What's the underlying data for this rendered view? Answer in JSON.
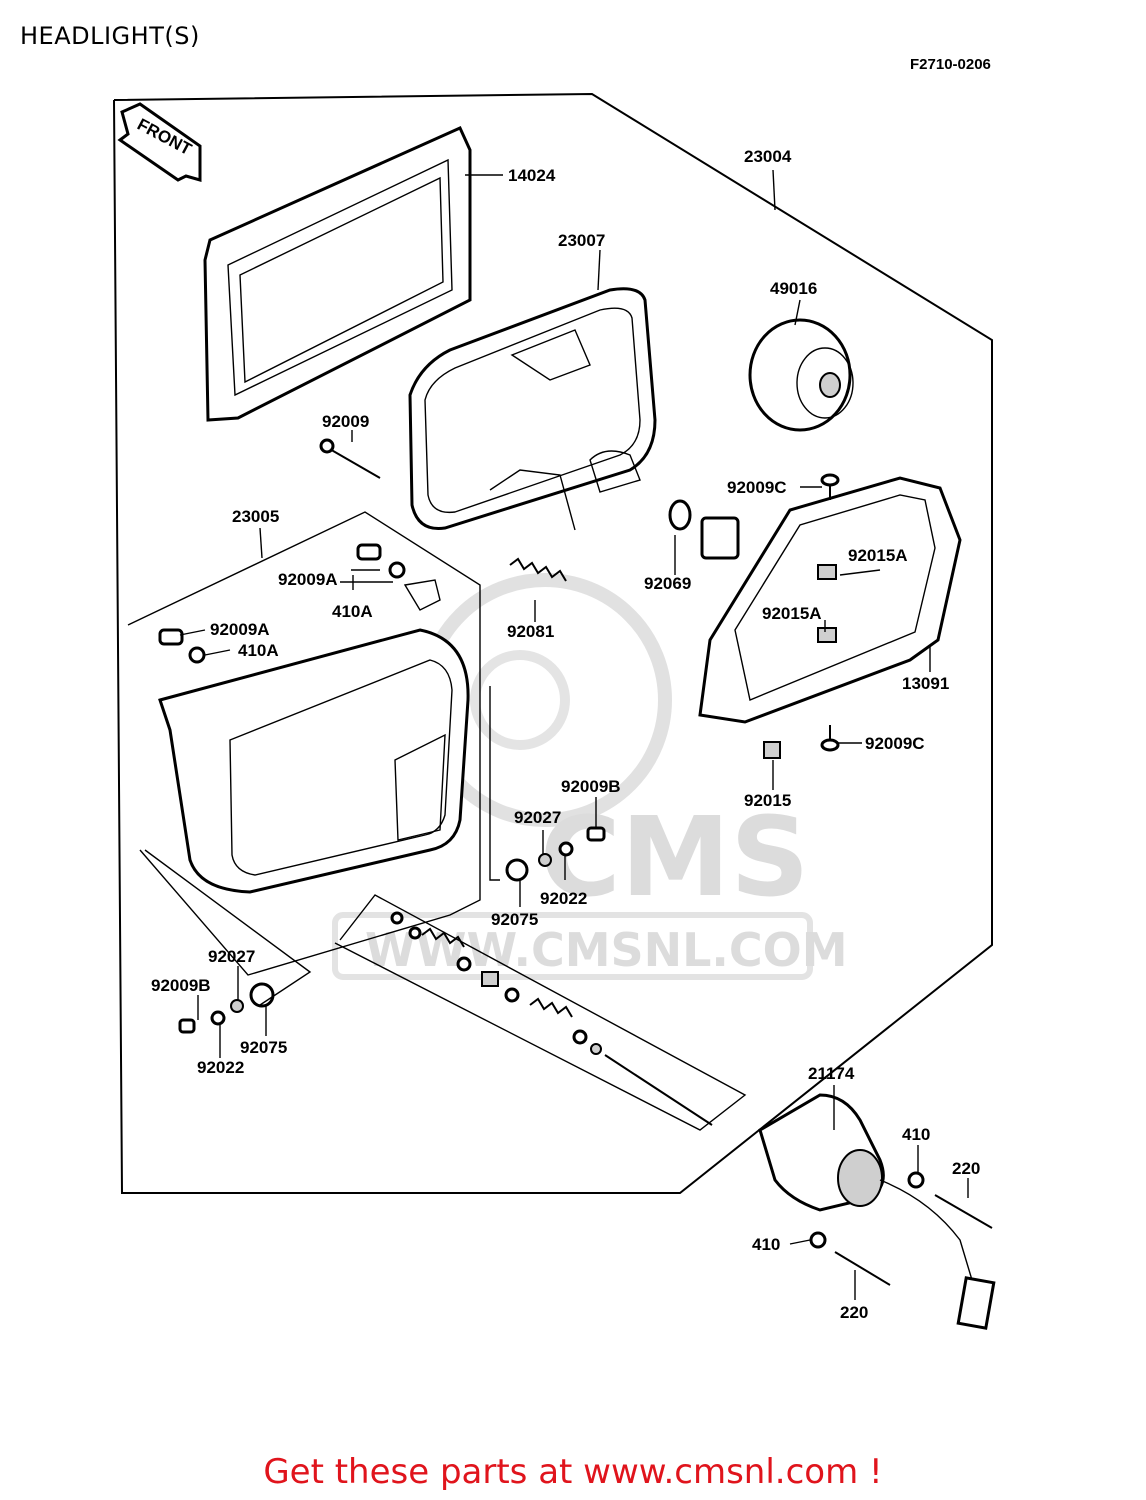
{
  "title": "HEADLIGHT(S)",
  "diagram_code": "F2710-0206",
  "front_arrow": "FRONT",
  "watermark": {
    "logo": "CMS",
    "url": "WWW.CMSNL.COM"
  },
  "footer": "Get these parts at www.cmsnl.com !",
  "parts": {
    "p14024": "14024",
    "p23004": "23004",
    "p23007": "23007",
    "p49016": "49016",
    "p92009": "92009",
    "p92009c_top": "92009C",
    "p23005": "23005",
    "p92009a_a": "92009A",
    "p410a_a": "410A",
    "p92009a_b": "92009A",
    "p410a_b": "410A",
    "p92081": "92081",
    "p92069": "92069",
    "p92015a_a": "92015A",
    "p92015a_b": "92015A",
    "p13091": "13091",
    "p92009c_bot": "92009C",
    "p92015": "92015",
    "p92009b_r": "92009B",
    "p92027_r": "92027",
    "p92022_r": "92022",
    "p92075_r": "92075",
    "p92027_l": "92027",
    "p92009b_l": "92009B",
    "p92075_l": "92075",
    "p92022_l": "92022",
    "p21174": "21174",
    "p410_a": "410",
    "p220_a": "220",
    "p410_b": "410",
    "p220_b": "220"
  }
}
